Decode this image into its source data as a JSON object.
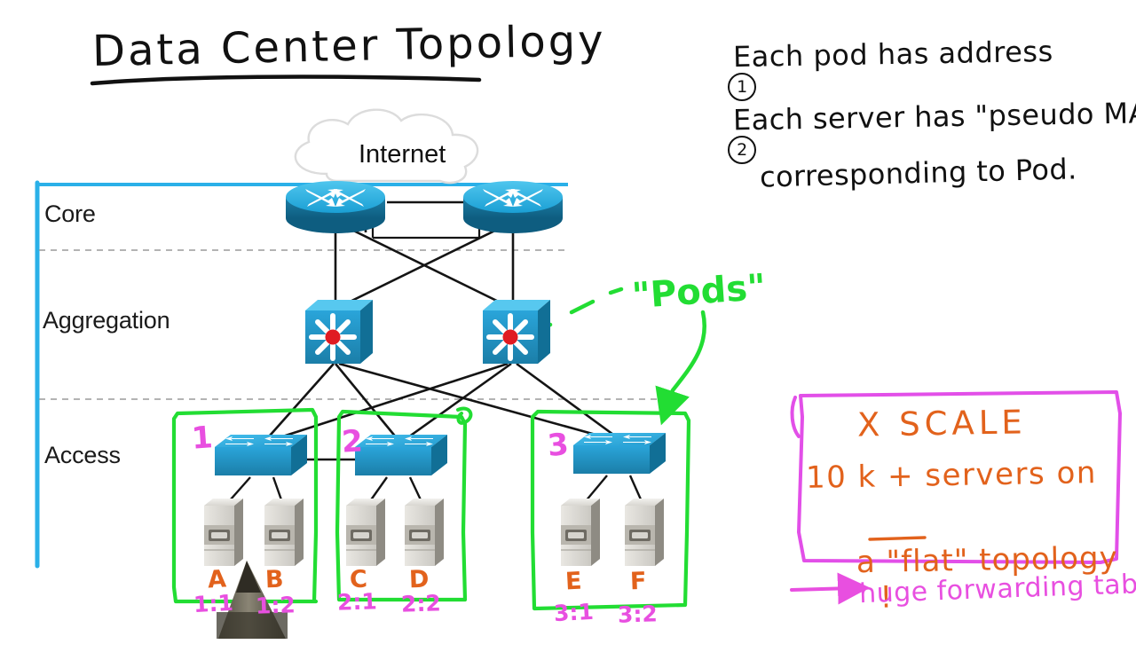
{
  "title": {
    "text": "Data Center Topology"
  },
  "notes": [
    {
      "marker": "1",
      "text": "Each pod has address"
    },
    {
      "marker": "2",
      "text": "Each server has \"pseudo MAC\""
    },
    {
      "marker": "",
      "text": "corresponding to Pod."
    }
  ],
  "layers": [
    {
      "name": "Core"
    },
    {
      "name": "Aggregation"
    },
    {
      "name": "Access"
    }
  ],
  "cloud": {
    "label": "Internet"
  },
  "annotations": {
    "pods_label": "\"Pods\""
  },
  "pods": [
    {
      "number": "1",
      "servers": [
        {
          "name": "A",
          "address": "1:1"
        },
        {
          "name": "B",
          "address": "1:2"
        }
      ]
    },
    {
      "number": "2",
      "servers": [
        {
          "name": "C",
          "address": "2:1"
        },
        {
          "name": "D",
          "address": "2:2"
        }
      ]
    },
    {
      "number": "3",
      "servers": [
        {
          "name": "E",
          "address": "3:1"
        },
        {
          "name": "F",
          "address": "3:2"
        }
      ]
    }
  ],
  "scale_box": {
    "line1": "X SCALE",
    "line2": "10 k + servers on",
    "line3_a": "a \"",
    "line3_b": "flat",
    "line3_c": "\" topology",
    "line3_d": "!"
  },
  "footnote": {
    "arrow": "→",
    "text": "huge forwarding tables"
  },
  "colors": {
    "ink": "#111111",
    "accent_blue": "#2ab0e8",
    "device_blue": "#1c8fc4",
    "green": "#22dd33",
    "magenta": "#e84fe0",
    "orange": "#e2621c",
    "pink_box": "#e24fe8",
    "dashed_gray": "#9a9a9a"
  }
}
